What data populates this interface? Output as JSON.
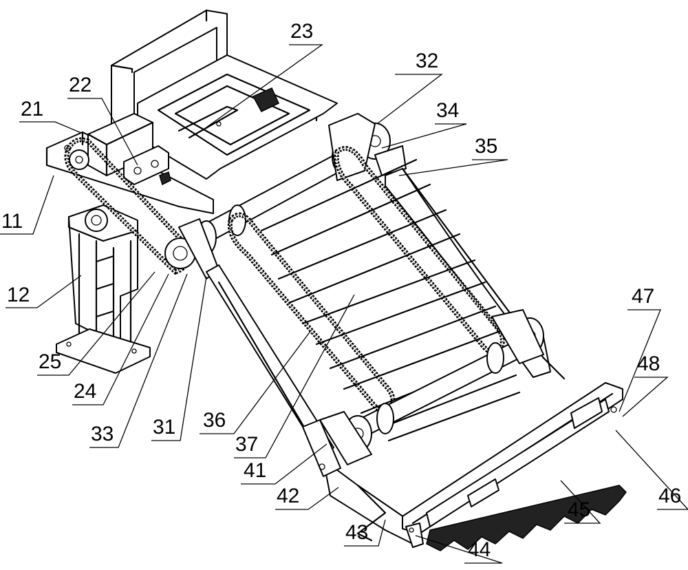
{
  "labels": [
    {
      "id": "11",
      "text": "11"
    },
    {
      "id": "12",
      "text": "12"
    },
    {
      "id": "21",
      "text": "21"
    },
    {
      "id": "22",
      "text": "22"
    },
    {
      "id": "23",
      "text": "23"
    },
    {
      "id": "24",
      "text": "24"
    },
    {
      "id": "25",
      "text": "25"
    },
    {
      "id": "31",
      "text": "31"
    },
    {
      "id": "32",
      "text": "32"
    },
    {
      "id": "33",
      "text": "33"
    },
    {
      "id": "34",
      "text": "34"
    },
    {
      "id": "35",
      "text": "35"
    },
    {
      "id": "36",
      "text": "36"
    },
    {
      "id": "37",
      "text": "37"
    },
    {
      "id": "41",
      "text": "41"
    },
    {
      "id": "42",
      "text": "42"
    },
    {
      "id": "43",
      "text": "43"
    },
    {
      "id": "44",
      "text": "44"
    },
    {
      "id": "45",
      "text": "45"
    },
    {
      "id": "46",
      "text": "46"
    },
    {
      "id": "47",
      "text": "47"
    },
    {
      "id": "48",
      "text": "48"
    }
  ]
}
